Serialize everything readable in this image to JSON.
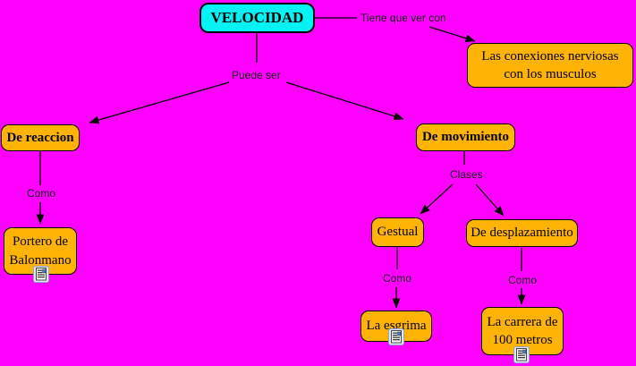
{
  "canvas": {
    "title": "Concept map about speed",
    "background_color": "#FF00FF",
    "concept_fill_color": "#FFB405",
    "root_fill_color": "#00F2F2",
    "border_color": "#000000",
    "text_color": "#000000"
  },
  "nodes": {
    "velocidad": {
      "label": "VELOCIDAD"
    },
    "conexiones": {
      "label": "Las conexiones nerviosas con los musculos"
    },
    "de_reaccion": {
      "label": "De reaccion"
    },
    "de_movimiento": {
      "label": "De movimiento"
    },
    "portero": {
      "label": "Portero de Balonmano"
    },
    "gestual": {
      "label": "Gestual"
    },
    "desplazamiento": {
      "label": "De desplazamiento"
    },
    "esgrima": {
      "label": "La esgrima"
    },
    "carrera": {
      "label": "La carrera de 100 metros"
    }
  },
  "links": {
    "tiene_que_ver_con": "Tiene que ver con",
    "puede_ser": "Puede ser",
    "como_reaccion": "Como",
    "clases": "Clases",
    "como_gestual": "Como",
    "como_desplazamiento": "Como"
  },
  "icons": {
    "resource": "document-resource-icon"
  }
}
